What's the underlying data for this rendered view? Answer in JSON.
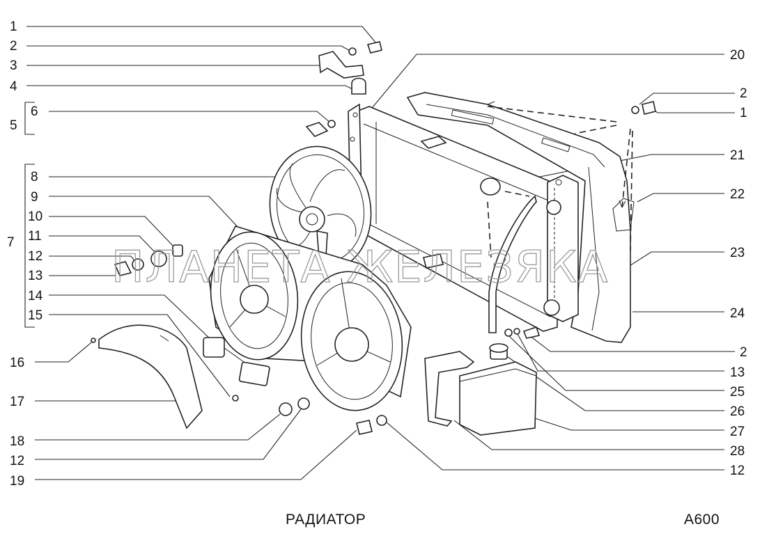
{
  "caption": "РАДИАТОР",
  "code": "A600",
  "watermark": "ПЛАНЕТА ЖЕЛЕЗЯКА",
  "labels": {
    "l1": "1",
    "l2": "2",
    "l3": "3",
    "l4": "4",
    "l5": "5",
    "l6": "6",
    "l7": "7",
    "l8": "8",
    "l9": "9",
    "l10": "10",
    "l11": "11",
    "l12": "12",
    "l13": "13",
    "l14": "14",
    "l15": "15",
    "l16": "16",
    "l17": "17",
    "l18": "18",
    "l12b": "12",
    "l19": "19",
    "r20": "20",
    "r2": "2",
    "r1": "1",
    "r21": "21",
    "r22": "22",
    "r23": "23",
    "r24": "24",
    "r2b": "2",
    "r13": "13",
    "r25": "25",
    "r26": "26",
    "r27": "27",
    "r28": "28",
    "r12": "12"
  }
}
